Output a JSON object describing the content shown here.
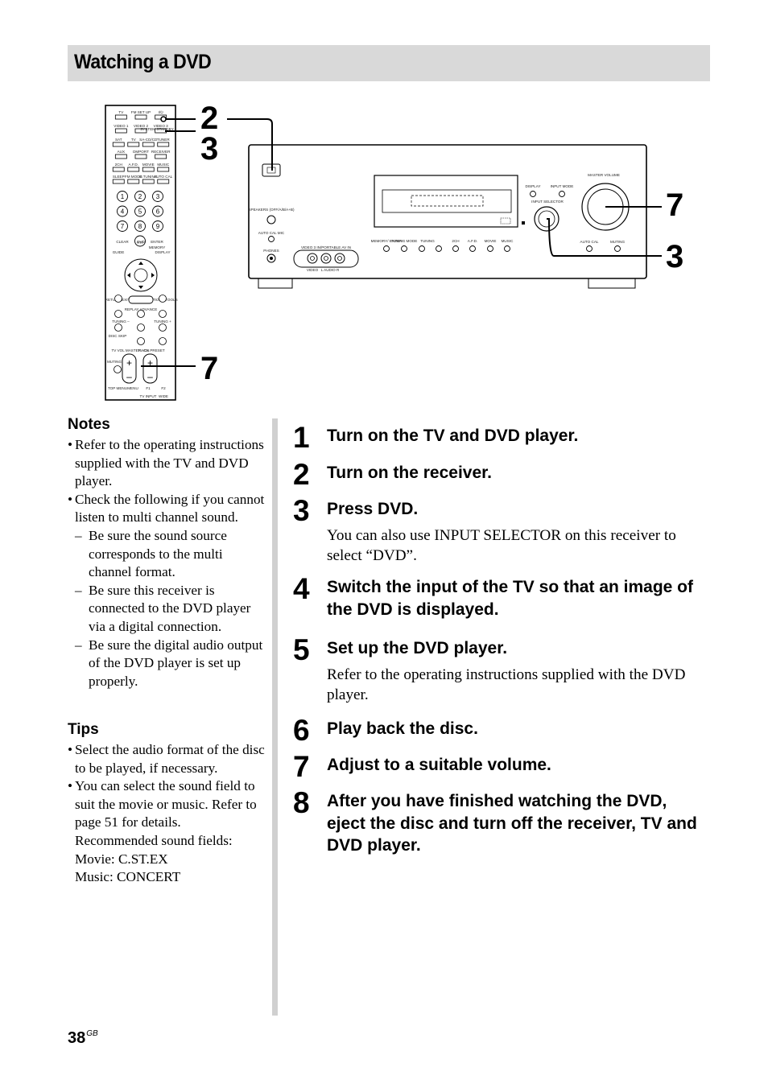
{
  "header": {
    "title": "Watching a DVD"
  },
  "figure": {
    "callouts": [
      "2",
      "3",
      "7",
      "7",
      "3"
    ],
    "remote": {
      "rows": [
        [
          "TV",
          "FM SET UP",
          "I/⏻"
        ],
        [
          "VIDEO 1",
          "VIDEO 2",
          "VIDEO 3"
        ],
        [
          "SAT",
          "TV",
          "SA-CD/CD",
          "TUNER"
        ],
        [
          "AUX",
          "DMPORT",
          "RECEIVER"
        ],
        [
          "2CH",
          "A.F.D.",
          "MOVIE",
          "MUSIC"
        ],
        [
          "SLEEP",
          "FM MODE",
          "D.TUNING",
          "AUTO CAL"
        ]
      ],
      "labels": [
        "SYSTEM STANDBY",
        "CLEAR",
        "DVD",
        "ENTER",
        "MEMORY",
        "GUIDE",
        "DISPLAY",
        "RETURN/EXIT",
        "MENU",
        "OPTIONS TOOLS",
        "REPLAY ADVANCE",
        "TUNING –",
        "TUNING +",
        "DISC SKIP",
        "TV VOL MASTER VOL",
        "TV CH PRESET",
        "MUTING",
        "TOP MENU",
        "MENU",
        "F1",
        "F2",
        "TV INPUT",
        "WIDE"
      ],
      "digits": [
        "1",
        "2",
        "3",
        "4",
        "5",
        "6",
        "7",
        "8",
        "9",
        "0/10"
      ]
    },
    "receiver": {
      "labels": [
        "SPEAKERS (OFF/A/B/A+B)",
        "AUTO CAL MIC",
        "PHONES",
        "VIDEO 3 IN/PORTABLE AV IN",
        "VIDEO",
        "L AUDIO R",
        "MEMORY/ ENTER",
        "TUNING MODE",
        "TUNING",
        "2CH",
        "A.F.D.",
        "MOVIE",
        "MUSIC",
        "DISPLAY",
        "INPUT MODE",
        "INPUT SELECTOR",
        "MASTER VOLUME",
        "AUTO CAL",
        "MUTING"
      ]
    }
  },
  "notes": {
    "heading": "Notes",
    "items": [
      {
        "type": "bullet",
        "text": "Refer to the operating instructions supplied with the TV and DVD player."
      },
      {
        "type": "bullet",
        "text": "Check the following if you cannot listen to multi channel sound."
      },
      {
        "type": "dash",
        "text": "Be sure the sound source corresponds to the multi channel format."
      },
      {
        "type": "dash",
        "text": "Be sure this receiver is connected to the DVD player via a digital connection."
      },
      {
        "type": "dash",
        "text": "Be sure the digital audio output of the DVD player is set up properly."
      }
    ]
  },
  "tips": {
    "heading": "Tips",
    "items": [
      "Select the audio format of the disc to be played, if necessary.",
      "You can select the sound field to suit the movie or music. Refer to page 51 for details.",
      "Recommended sound fields:",
      "Movie: C.ST.EX",
      "Music: CONCERT"
    ]
  },
  "steps": [
    {
      "num": "1",
      "title": "Turn on the TV and DVD player.",
      "desc": ""
    },
    {
      "num": "2",
      "title": "Turn on the receiver.",
      "desc": ""
    },
    {
      "num": "3",
      "title": "Press DVD.",
      "desc": "You can also use INPUT SELECTOR on this receiver to select “DVD”."
    },
    {
      "num": "4",
      "title": "Switch the input of the TV so that an image of the DVD is displayed.",
      "desc": ""
    },
    {
      "num": "5",
      "title": "Set up the DVD player.",
      "desc": "Refer to the operating instructions supplied with the DVD player."
    },
    {
      "num": "6",
      "title": "Play back the disc.",
      "desc": ""
    },
    {
      "num": "7",
      "title": "Adjust to a suitable volume.",
      "desc": ""
    },
    {
      "num": "8",
      "title": "After you have finished watching the DVD, eject the disc and turn off the receiver, TV and DVD player.",
      "desc": ""
    }
  ],
  "footer": {
    "page": "38",
    "suffix": "GB"
  }
}
